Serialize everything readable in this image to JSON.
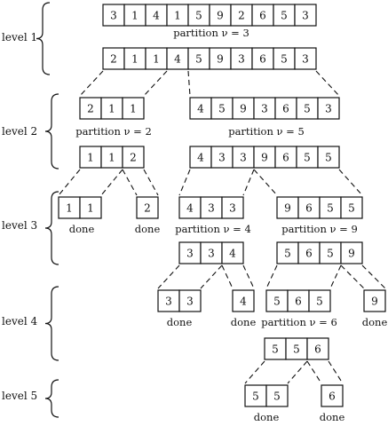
{
  "levels": [
    {
      "label": "level 1"
    },
    {
      "label": "level 2"
    },
    {
      "label": "level 3"
    },
    {
      "label": "level 4"
    },
    {
      "label": "level 5"
    }
  ],
  "arrays": [
    {
      "id": "a1",
      "values": [
        "3",
        "1",
        "4",
        "1",
        "5",
        "9",
        "2",
        "6",
        "5",
        "3"
      ]
    },
    {
      "id": "a2",
      "values": [
        "2",
        "1",
        "1",
        "4",
        "5",
        "9",
        "3",
        "6",
        "5",
        "3"
      ]
    },
    {
      "id": "b1",
      "values": [
        "2",
        "1",
        "1"
      ]
    },
    {
      "id": "b2",
      "values": [
        "4",
        "5",
        "9",
        "3",
        "6",
        "5",
        "3"
      ]
    },
    {
      "id": "c1",
      "values": [
        "1",
        "1",
        "2"
      ]
    },
    {
      "id": "c2",
      "values": [
        "4",
        "3",
        "3",
        "9",
        "6",
        "5",
        "5"
      ]
    },
    {
      "id": "d1",
      "values": [
        "1",
        "1"
      ]
    },
    {
      "id": "d2",
      "values": [
        "2"
      ]
    },
    {
      "id": "d3",
      "values": [
        "4",
        "3",
        "3"
      ]
    },
    {
      "id": "d4",
      "values": [
        "9",
        "6",
        "5",
        "5"
      ]
    },
    {
      "id": "e1",
      "values": [
        "3",
        "3",
        "4"
      ]
    },
    {
      "id": "e2",
      "values": [
        "5",
        "6",
        "5",
        "9"
      ]
    },
    {
      "id": "f1",
      "values": [
        "3",
        "3"
      ]
    },
    {
      "id": "f2",
      "values": [
        "4"
      ]
    },
    {
      "id": "f3",
      "values": [
        "5",
        "6",
        "5"
      ]
    },
    {
      "id": "f4",
      "values": [
        "9"
      ]
    },
    {
      "id": "g1",
      "values": [
        "5",
        "5",
        "6"
      ]
    },
    {
      "id": "h1",
      "values": [
        "5",
        "5"
      ]
    },
    {
      "id": "h2",
      "values": [
        "6"
      ]
    }
  ],
  "captions": [
    {
      "id": "cap-a1",
      "text": "partition ν = 3"
    },
    {
      "id": "cap-b1",
      "text": "partition ν = 2"
    },
    {
      "id": "cap-b2",
      "text": "partition ν = 5"
    },
    {
      "id": "cap-d1",
      "text": "done"
    },
    {
      "id": "cap-d2",
      "text": "done"
    },
    {
      "id": "cap-d3",
      "text": "partition ν = 4"
    },
    {
      "id": "cap-d4",
      "text": "partition ν = 9"
    },
    {
      "id": "cap-f1",
      "text": "done"
    },
    {
      "id": "cap-f2",
      "text": "done"
    },
    {
      "id": "cap-f3",
      "text": "partition ν = 6"
    },
    {
      "id": "cap-f4",
      "text": "done"
    },
    {
      "id": "cap-h1",
      "text": "done"
    },
    {
      "id": "cap-h2",
      "text": "done"
    }
  ]
}
